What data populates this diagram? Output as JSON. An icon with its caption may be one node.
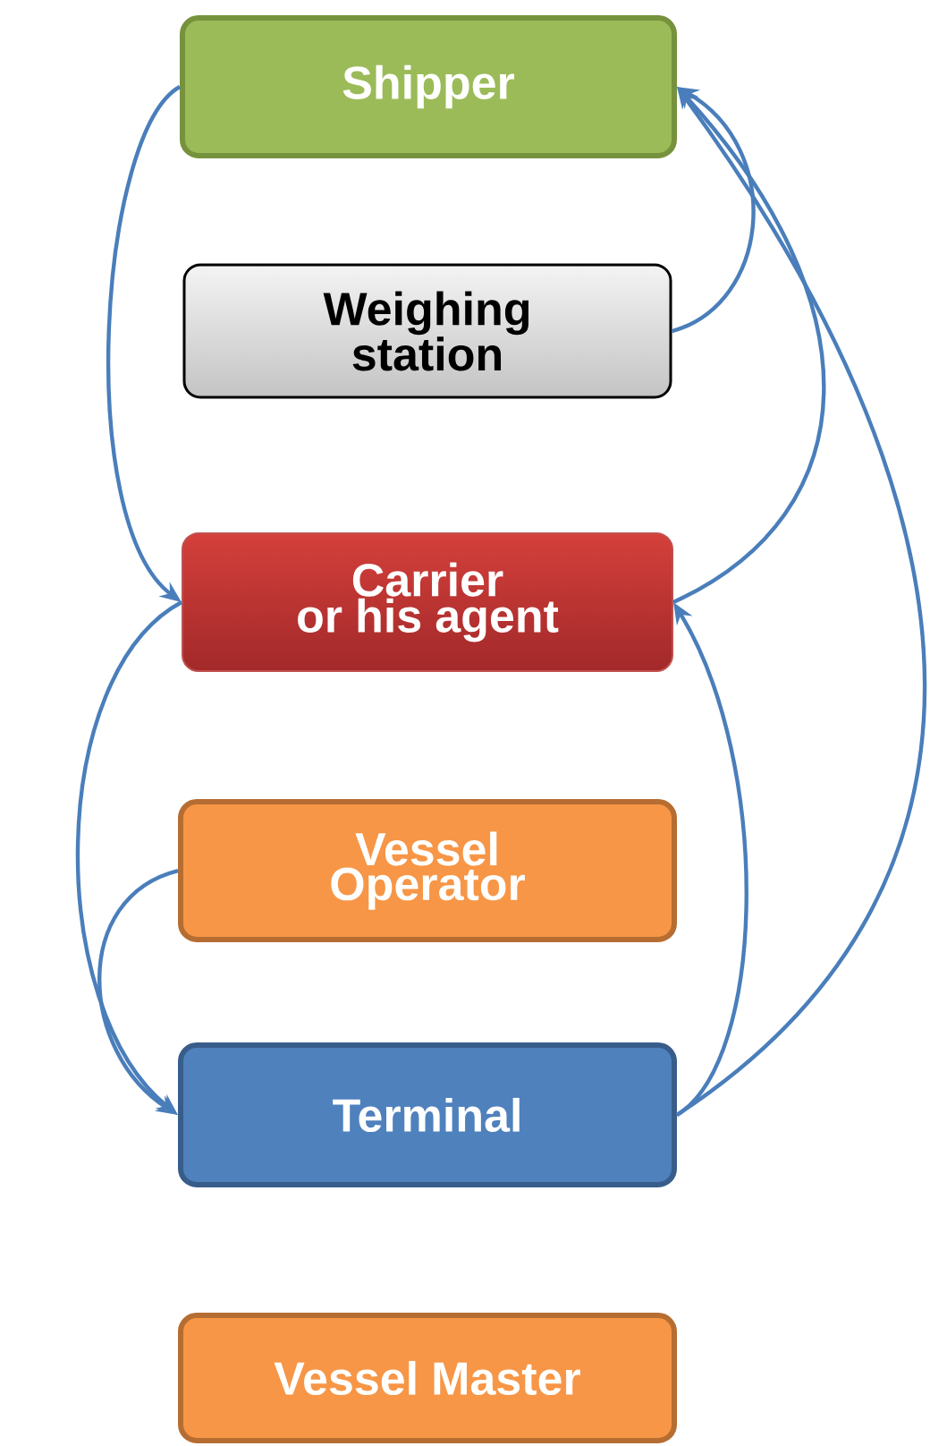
{
  "diagram": {
    "nodes": [
      {
        "text": [
          "Shipper"
        ]
      },
      {
        "text": [
          "Weighing station"
        ]
      },
      {
        "text": [
          "Carrier or his agent"
        ]
      },
      {
        "text": [
          "Vessel Operator"
        ]
      },
      {
        "text": [
          "Terminal"
        ]
      },
      {
        "text": [
          "Vessel Master"
        ]
      }
    ],
    "edges": [
      {
        "from": 0,
        "to": 2,
        "arrow": "to"
      },
      {
        "from": 1,
        "to": 0,
        "arrow": "to"
      },
      {
        "from": 2,
        "to": 0,
        "arrow": "to"
      },
      {
        "from": 4,
        "to": 0,
        "arrow": "to"
      },
      {
        "from": 4,
        "to": 2,
        "arrow": "to"
      },
      {
        "from": 2,
        "to": 4,
        "arrow": "to"
      },
      {
        "from": 3,
        "to": 4,
        "arrow": "to"
      }
    ]
  }
}
